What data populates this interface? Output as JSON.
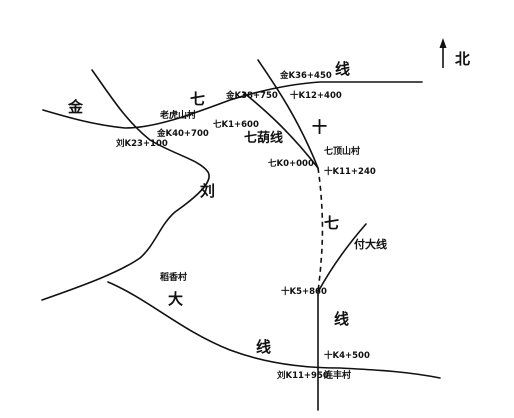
{
  "north": {
    "label": "北"
  },
  "route_chars": {
    "jin": "金",
    "qi1": "七",
    "xian1": "线",
    "shi": "十",
    "qi2": "七",
    "xian2": "线",
    "liu": "刘",
    "da": "大",
    "xian3": "线",
    "qihu_line": "七葫线",
    "fuda_line": "付大线"
  },
  "places": {
    "laohushan": "老虎山村",
    "qidingshan": "七顶山村",
    "daoxiang": "稻香村",
    "lianfeng": "连丰村"
  },
  "stakes": {
    "jin_k36": "金K36+450",
    "jin_k38": "金K38+750",
    "jin_k40": "金K40+700",
    "liu_k23": "刘K23+100",
    "shi_k12": "十K12+400",
    "qi_k1": "七K1+600",
    "qi_k0": "七K0+000",
    "shi_k11": "十K11+240",
    "shi_k5": "十K5+860",
    "shi_k4": "十K4+500",
    "liu_k11": "刘K11+950"
  }
}
